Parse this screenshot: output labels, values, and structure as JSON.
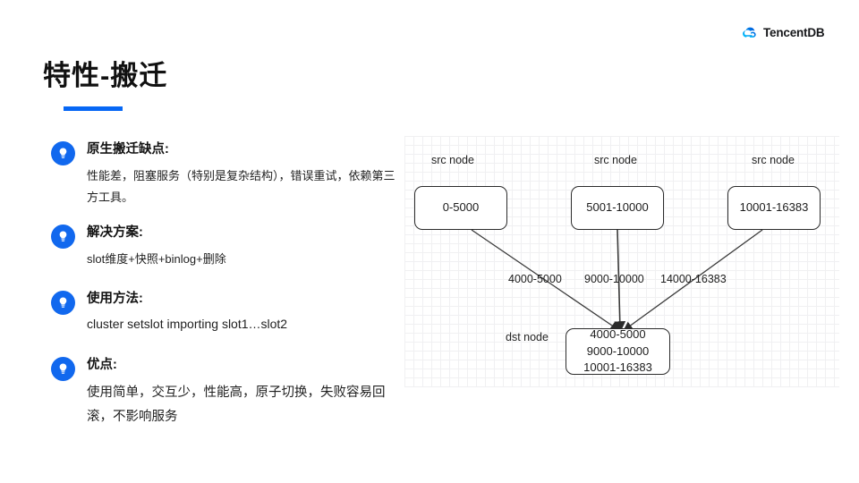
{
  "brand": {
    "name": "TencentDB",
    "mark_icon": "tencent-cloud-icon",
    "colors": {
      "cyan": "#00c8ff",
      "blue": "#0052d9"
    }
  },
  "title": {
    "text": "特性-搬迁",
    "rule_color": "#0667f5"
  },
  "bullets": [
    {
      "icon": "lightbulb-icon",
      "heading": "原生搬迁缺点:",
      "body": "性能差，阻塞服务（特别是复杂结构），错误重试，依赖第三方工具。"
    },
    {
      "icon": "lightbulb-icon",
      "heading": "解决方案:",
      "body": "slot维度+快照+binlog+删除"
    },
    {
      "icon": "lightbulb-icon",
      "heading": "使用方法:",
      "body": "cluster setslot importing slot1…slot2"
    },
    {
      "icon": "lightbulb-icon",
      "heading": "优点:",
      "body": "使用简单，交互少，性能高，原子切换，失败容易回滚，不影响服务"
    }
  ],
  "diagram": {
    "src_nodes": [
      {
        "label": "src node",
        "value": "0-5000"
      },
      {
        "label": "src node",
        "value": "5001-10000"
      },
      {
        "label": "src node",
        "value": "10001-16383"
      }
    ],
    "edge_labels": [
      "4000-5000",
      "9000-10000",
      "14000-16383"
    ],
    "dst_node": {
      "label": "dst node",
      "lines": [
        "4000-5000",
        "9000-10000",
        "10001-16383"
      ]
    },
    "stroke_color": "#3a3a3a",
    "grid_minor_color": "#f0f0f2",
    "grid_major_color": "#e2e2e6"
  }
}
